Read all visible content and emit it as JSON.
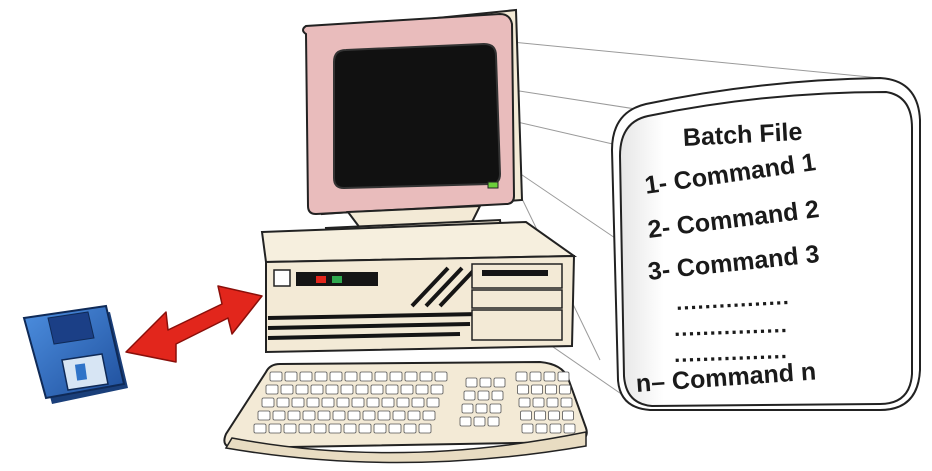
{
  "batch_file": {
    "title": "Batch File",
    "commands": [
      "1- Command 1",
      "2- Command 2",
      "3- Command 3"
    ],
    "ellipsis_rows": [
      "................",
      "................",
      "................"
    ],
    "last_command": "n– Command n"
  },
  "icons": {
    "monitor": "monitor-icon",
    "computer_case": "desktop-case-icon",
    "keyboard": "keyboard-icon",
    "floppy": "floppy-disk-icon",
    "arrow": "double-arrow-icon"
  },
  "colors": {
    "case": "#f3ead6",
    "monitor_bezel": "#e9bcbc",
    "screen": "#111111",
    "arrow": "#e2261c",
    "floppy": "#2f73c8",
    "panel_border": "#222222"
  }
}
